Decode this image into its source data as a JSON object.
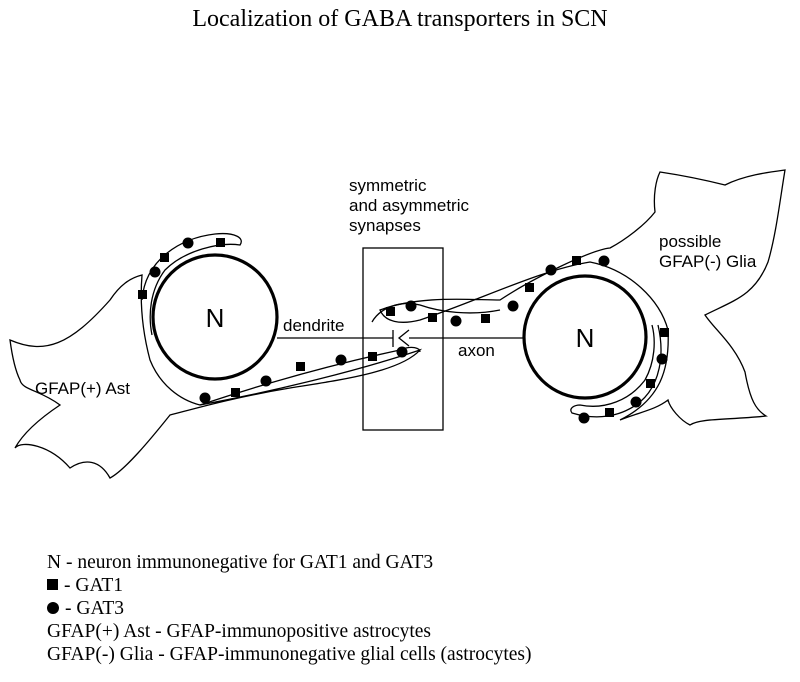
{
  "title": "Localization of GABA transporters in SCN",
  "labels": {
    "neuron_left": "N",
    "neuron_right": "N",
    "dendrite": "dendrite",
    "axon": "axon",
    "synapse_line1": "symmetric",
    "synapse_line2": "and asymmetric",
    "synapse_line3": "synapses",
    "glia_line1": "possible",
    "glia_line2": "GFAP(-) Glia",
    "astrocyte": "GFAP(+) Ast"
  },
  "legend": {
    "neuron": "N - neuron immunonegative for GAT1 and GAT3",
    "gat1": "- GAT1",
    "gat3": "- GAT3",
    "gfap_pos": "GFAP(+) Ast - GFAP-immunopositive astrocytes",
    "gfap_neg": "GFAP(-) Glia - GFAP-immunonegative glial cells (astrocytes)"
  },
  "icons": {
    "gat1_marker": "filled-square",
    "gat3_marker": "filled-circle"
  }
}
